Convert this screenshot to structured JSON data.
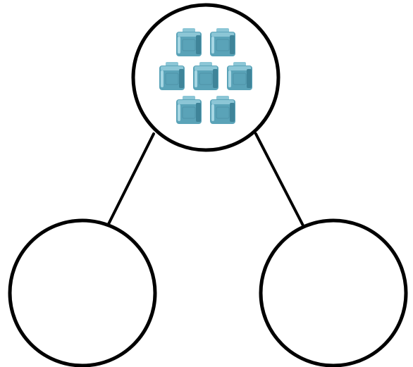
{
  "diagram": {
    "type": "number-bond",
    "whole": {
      "cube_count": 7,
      "cube_rows": [
        2,
        3,
        2
      ]
    },
    "parts": [
      {
        "side": "left",
        "cube_count": 0
      },
      {
        "side": "right",
        "cube_count": 0
      }
    ]
  },
  "colors": {
    "outline": "#000000",
    "cube_face": "#5aa3b8",
    "cube_top": "#8cc6d6",
    "cube_shade": "#3f8499",
    "cube_highlight": "#a6d6e3"
  }
}
